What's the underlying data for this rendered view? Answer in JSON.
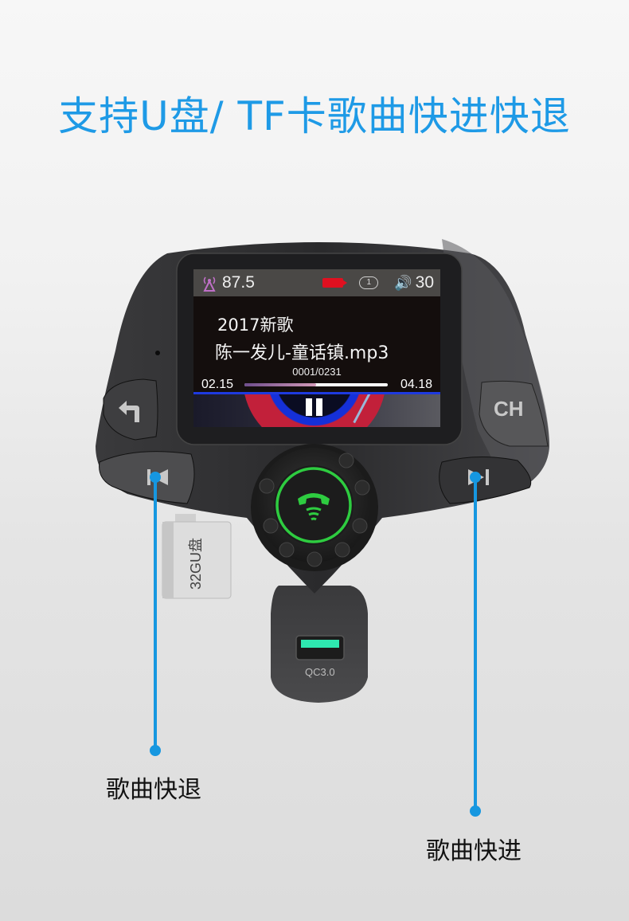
{
  "headline": "支持U盘/ TF卡歌曲快进快退",
  "colors": {
    "accent": "#1e9ae6",
    "callout": "#1697e0",
    "call_button": "#2ecc40",
    "qc_port": "#2ee8b0",
    "record_icon": "#e01020",
    "volume_icon": "#30b4e6",
    "fm_icon": "#c070c8"
  },
  "screen": {
    "status": {
      "fm_icon": "antenna-icon",
      "frequency": "87.5",
      "record_icon": "camera-record-icon",
      "repeat_icon": "repeat-one-icon",
      "repeat_value": "1",
      "volume_icon": "speaker-icon",
      "volume": "30"
    },
    "album": "2017新歌",
    "track": "陈一发儿-童话镇.mp3",
    "counter": "0001/0231",
    "elapsed": "02.15",
    "total": "04.18",
    "progress_percent": 50,
    "play_state_icon": "pause-icon"
  },
  "device": {
    "back_button_icon": "back-arrow-icon",
    "ch_button": "CH",
    "prev_button_icon": "previous-track-icon",
    "next_button_icon": "next-track-icon",
    "call_button_icon": "phone-call-icon",
    "usb_drive_label": "32GU盘",
    "usb_port_label": "QC3.0"
  },
  "callouts": {
    "rewind": "歌曲快退",
    "forward": "歌曲快进"
  }
}
